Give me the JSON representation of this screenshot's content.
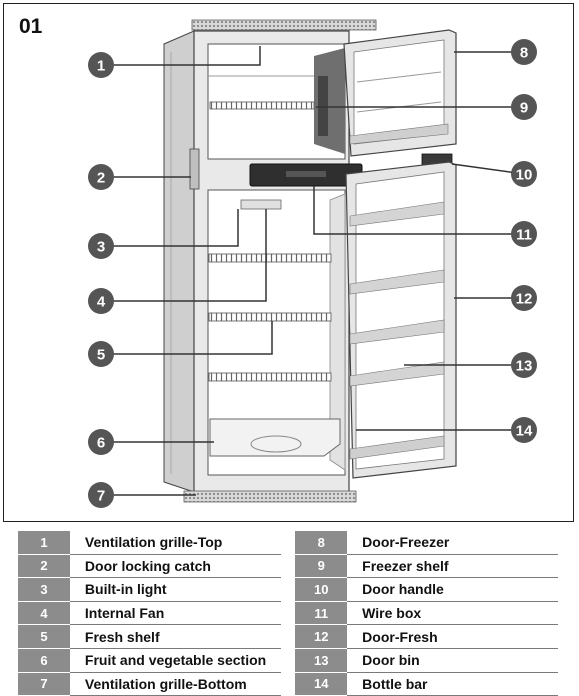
{
  "figure": {
    "label": "01",
    "callouts": [
      {
        "number": "1"
      },
      {
        "number": "2"
      },
      {
        "number": "3"
      },
      {
        "number": "4"
      },
      {
        "number": "5"
      },
      {
        "number": "6"
      },
      {
        "number": "7"
      },
      {
        "number": "8"
      },
      {
        "number": "9"
      },
      {
        "number": "10"
      },
      {
        "number": "11"
      },
      {
        "number": "12"
      },
      {
        "number": "13"
      },
      {
        "number": "14"
      }
    ]
  },
  "legend": {
    "left": [
      {
        "number": "1",
        "label": "Ventilation grille-Top"
      },
      {
        "number": "2",
        "label": "Door locking  catch"
      },
      {
        "number": "3",
        "label": "Built-in light"
      },
      {
        "number": "4",
        "label": "Internal Fan"
      },
      {
        "number": "5",
        "label": "Fresh shelf"
      },
      {
        "number": "6",
        "label": "Fruit and vegetable section"
      },
      {
        "number": "7",
        "label": "Ventilation grille-Bottom"
      }
    ],
    "right": [
      {
        "number": "8",
        "label": "Door-Freezer"
      },
      {
        "number": "9",
        "label": "Freezer shelf"
      },
      {
        "number": "10",
        "label": "Door handle"
      },
      {
        "number": "11",
        "label": "Wire box"
      },
      {
        "number": "12",
        "label": "Door-Fresh"
      },
      {
        "number": "13",
        "label": "Door bin"
      },
      {
        "number": "14",
        "label": "Bottle bar"
      }
    ]
  },
  "colors": {
    "badge": "#555555",
    "legend_number_cell": "#8c8c8c",
    "outline": "#333333"
  }
}
